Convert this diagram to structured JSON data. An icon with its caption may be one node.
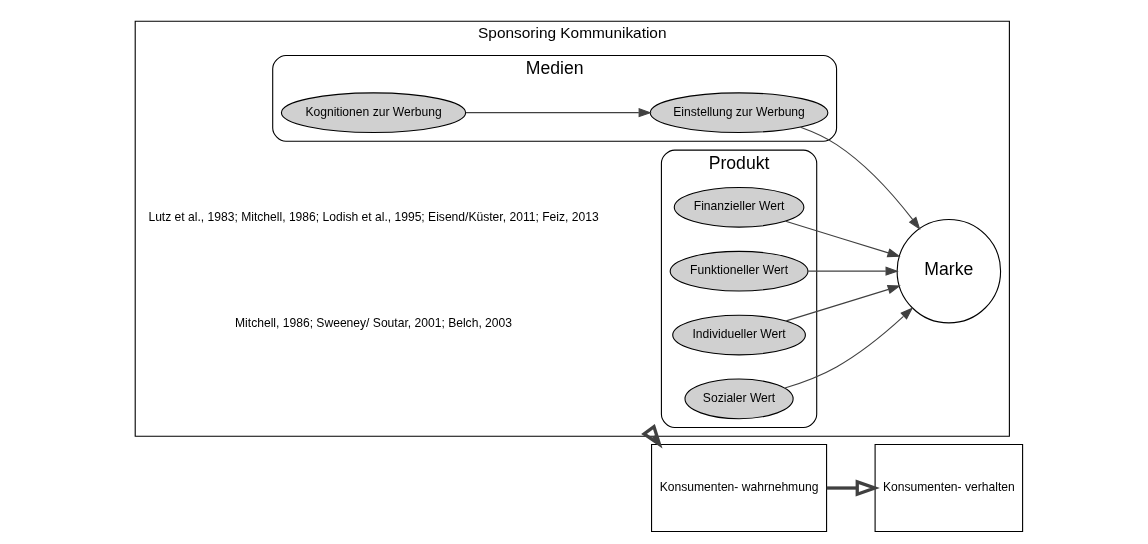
{
  "diagram": {
    "nodes": [
      {
        "text": [
          "Sponsoring Kommunikation"
        ]
      },
      {
        "text": [
          "Medien"
        ],
        "in": 0
      },
      {
        "text": [
          "Kognitionen zur Werbung"
        ],
        "in": 1
      },
      {
        "text": [
          "Einstellung zur Werbung"
        ],
        "in": 1
      },
      {
        "text": [
          "Produkt"
        ],
        "in": 0
      },
      {
        "text": [
          "Finanzieller Wert"
        ],
        "in": 4
      },
      {
        "text": [
          "Funktioneller Wert"
        ],
        "in": 4
      },
      {
        "text": [
          "Individueller Wert"
        ],
        "in": 4
      },
      {
        "text": [
          "Sozialer Wert"
        ],
        "in": 4
      },
      {
        "text": [
          "Marke"
        ],
        "in": 0
      },
      {
        "text": [
          "Konsumenten- wahrnehmung"
        ]
      },
      {
        "text": [
          "Konsumenten- verhalten"
        ]
      }
    ],
    "edges": [
      {
        "from": 2,
        "to": 3,
        "arrow": "to"
      },
      {
        "from": 3,
        "to": 9,
        "arrow": "to"
      },
      {
        "from": 5,
        "to": 9,
        "arrow": "to"
      },
      {
        "from": 6,
        "to": 9,
        "arrow": "to"
      },
      {
        "from": 7,
        "to": 9,
        "arrow": "to"
      },
      {
        "from": 8,
        "to": 9,
        "arrow": "to"
      },
      {
        "from": 0,
        "to": 10,
        "arrow": "to",
        "style": "thick"
      },
      {
        "from": 10,
        "to": 11,
        "arrow": "to",
        "style": "thick"
      }
    ],
    "labels": [
      "Lutz et al., 1983; Mitchell, 1986; Lodish et al., 1995; Eisend/Küster, 2011; Feiz, 2013",
      "Mitchell, 1986; Sweeney/ Soutar, 2001; Belch, 2003"
    ]
  }
}
